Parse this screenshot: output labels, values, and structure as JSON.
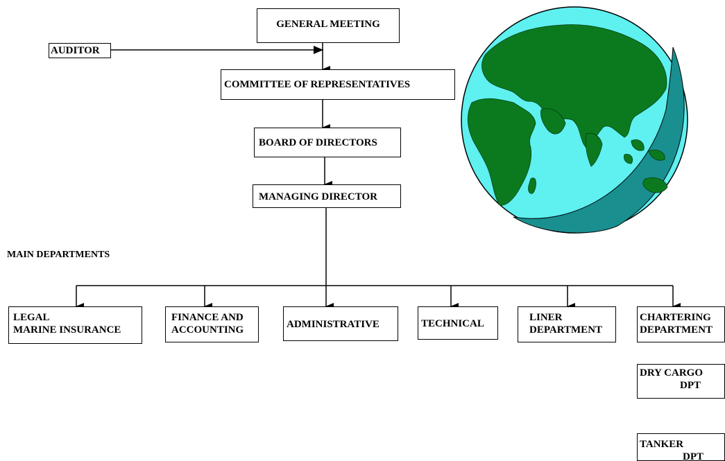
{
  "chart": {
    "general_meeting": "GENERAL MEETING",
    "auditor": "AUDITOR",
    "committee": "COMMITTEE OF REPRESENTATIVES",
    "board": "BOARD OF DIRECTORS",
    "managing": "MANAGING DIRECTOR",
    "main_departments_label": "MAIN DEPARTMENTS",
    "departments": [
      {
        "line1": "LEGAL",
        "line2": "MARINE INSURANCE"
      },
      {
        "line1": "FINANCE AND",
        "line2": "ACCOUNTING"
      },
      {
        "line1": "ADMINISTRATIVE"
      },
      {
        "line1": "TECHNICAL"
      },
      {
        "line1": "LINER",
        "line2": "DEPARTMENT"
      },
      {
        "line1": "CHARTERING",
        "line2": "DEPARTMENT"
      }
    ],
    "sub_departments": [
      {
        "line1": "DRY CARGO",
        "line2": "DPT"
      },
      {
        "line1": "TANKER",
        "line2": "DPT"
      }
    ]
  },
  "globe": {
    "icon": "globe-icon",
    "ocean_color": "#5ff0f0",
    "shadow_color": "#1a8f8f",
    "land_color": "#0b7a1f"
  }
}
